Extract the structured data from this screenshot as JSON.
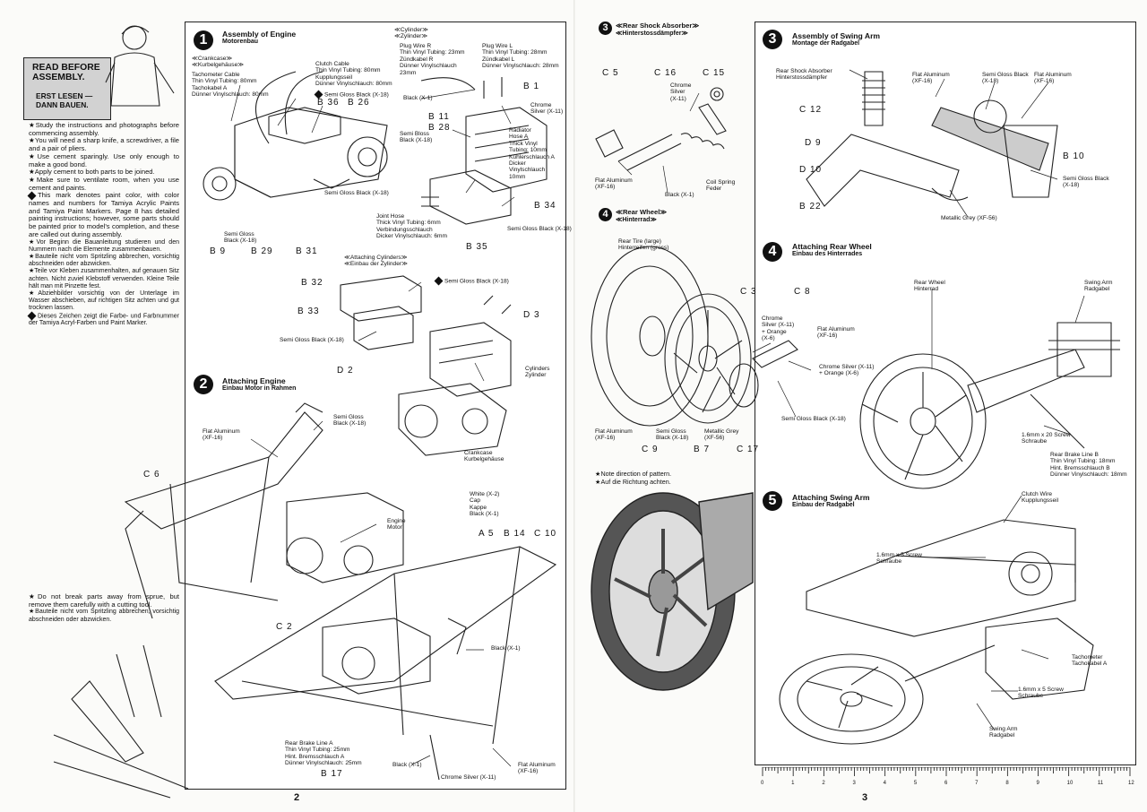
{
  "page_numbers": {
    "left": "2",
    "right": "3"
  },
  "read_before": {
    "en": "READ BEFORE ASSEMBLY.",
    "de": "ERST LESEN — DANN BAUEN."
  },
  "instructions_en": [
    "★Study the instructions and photographs before commencing assembly.",
    "★You will need a sharp knife, a screwdriver, a file and a pair of pliers.",
    "★Use cement sparingly. Use only enough to make a good bond.",
    "★Apply cement to both parts to be joined.",
    "★Make sure to ventilate room, when you use cement and paints.",
    "This mark denotes paint color, with color names and numbers for Tamiya Acrylic Paints and Tamiya Paint Markers. Page 8 has detailed painting instructions; however, some parts should be painted prior to model's completion, and these are called out during assembly."
  ],
  "instructions_de": [
    "★Vor Beginn die Bauanleitung studieren und den Nummern nach die Elemente zusammenbauen.",
    "★Bauteile nicht vom Spritzling abbrechen, vorsichtig abschneiden oder abzwicken.",
    "★Teile vor Kleben zusammenhalten, auf genauen Sitz achten. Nicht zuviel Klebstoff verwenden. Kleine Teile hält man mit Pinzette fest.",
    "★Abziehbilder vorsichtig von der Unterlage im Wasser abschieben, auf richtigen Sitz achten und gut trocknen lassen.",
    "Dieses Zeichen zeigt die Farbe- und Farbnummer der Tamiya Acryl-Farben und Paint Marker."
  ],
  "sprue_note": {
    "en": "★Do not break parts away from sprue, but remove them carefully with a cutting tool.",
    "de": "★Bauteile nicht vom Spritzling abbrechen, vorsichtig abschneiden oder abzwicken."
  },
  "step1": {
    "num": "1",
    "title_en": "Assembly of Engine",
    "title_de": "Motorenbau",
    "crankcase_en": "≪Crankcase≫",
    "crankcase_de": "≪Kurbelgehäuse≫",
    "cylinder_en": "≪Cylinder≫",
    "cylinder_de": "≪Zylinder≫",
    "tach_cable": "Tachometer Cable\nThin Vinyl Tubing: 80mm\nTachokabel A\nDünner Vinylschlauch: 80mm",
    "clutch_cable": "Clutch Cable\nThin Vinyl Tubing: 80mm\nKupplungsseil\nDünner Vinylschlauch: 80mm",
    "plug_r": "Plug Wire R\nThin Vinyl Tubing: 23mm\nZündkabel R\nDünner Vinylschlauch\n23mm",
    "plug_l": "Plug Wire L\nThin Vinyl Tubing: 28mm\nZündkabel L\nDünner Vinylschlauch: 28mm",
    "semi_gloss_black": "Semi Gloss Black (X-18)",
    "semi_gloss_black_2": "Semi Gloss\nBlack (X-18)",
    "semi_bloss_black": "Semi Bloss\nBlack (X-18)",
    "black": "Black (X-1)",
    "chrome_silver": "Chrome\nSilver (X-11)",
    "radiator_hose": "Radiator\nHose A\nThick Vinyl\nTubing: 10mm\nKühlerschlauch A\nDicker\nVinylschlauch\n10mm",
    "joint_hose": "Joint Hose\nThick Vinyl Tubing: 6mm\nVerbindungsschlauch\nDicker Vinylschlauch: 6mm",
    "attaching_cyl_en": "≪Attaching Cylinders≫",
    "attaching_cyl_de": "≪Einbau der Zylinder≫",
    "cylinders": "Cylinders\nZylinder",
    "crankcase": "Crankcase\nKurbelgehäuse",
    "parts": {
      "B36": "B 36",
      "B26": "B 26",
      "B1": "B 1",
      "B11": "B 11",
      "B28": "B 28",
      "B34": "B 34",
      "B35": "B 35",
      "B9": "B 9",
      "B29": "B 29",
      "B31": "B 31",
      "B32": "B 32",
      "B33": "B 33",
      "D3": "D 3",
      "D2": "D 2"
    }
  },
  "step2": {
    "num": "2",
    "title_en": "Attaching Engine",
    "title_de": "Einbau Motor in Rahmen",
    "flat_aluminum": "Flat Aluminum\n(XF-16)",
    "semi_gloss_black": "Semi Gloss\nBlack (X-18)",
    "engine": "Engine\nMotor",
    "white_cap": "White (X-2)\nCap\nKappe\nBlack (X-1)",
    "black": "Black (X-1)",
    "rear_brake": "Rear Brake Line A\nThin Vinyl Tubing: 25mm\nHint. Bremsschlauch A\nDünner Vinylschlauch: 25mm",
    "chrome_silver": "Chrome Silver (X-11)",
    "flat_aluminum_2": "Flat Aluminum\n(XF-16)",
    "parts": {
      "C6": "C 6",
      "C2": "C 2",
      "A5": "A 5",
      "B14": "B 14",
      "C10": "C 10",
      "B17": "B 17"
    }
  },
  "step3a": {
    "num": "3",
    "title_en": "≪Rear Shock Absorber≫",
    "title_de": "≪Hinterstossdämpfer≫",
    "chrome_silver": "Chrome\nSilver\n(X-11)",
    "flat_aluminum": "Flat Aluminum\n(XF-16)",
    "black": "Black (X-1)",
    "coil_spring": "Coil Spring\nFeder",
    "parts": {
      "C5": "C 5",
      "C16": "C 16",
      "C15": "C 15"
    }
  },
  "step4a": {
    "num": "4",
    "title_en": "≪Rear Wheel≫",
    "title_de": "≪Hinterrad≫",
    "rear_tire": "Rear Tire (large)\nHinterreifen (gross)",
    "chrome_orange": "Chrome\nSilver (X-11)\n+ Orange\n(X-6)",
    "flat_aluminum": "Flat Aluminum\n(XF-16)",
    "chrome_orange_2": "Chrome Silver (X-11)\n+ Orange (X-6)",
    "semi_gloss_black": "Semi Gloss Black (X-18)",
    "flat_aluminum_2": "Flat Aluminum\n(XF-16)",
    "semi_gloss_black_2": "Semi Gloss\nBlack (X-18)",
    "metallic_grey": "Metallic Grey\n(XF-56)",
    "note_en": "★Note direction of pattern.",
    "note_de": "★Auf die Richtung achten.",
    "parts": {
      "C3": "C 3",
      "C8": "C 8",
      "C9": "C 9",
      "B7": "B 7",
      "C17": "C 17"
    }
  },
  "step3b": {
    "num": "3",
    "title_en": "Assembly of Swing Arm",
    "title_de": "Montage der Radgabel",
    "rear_shock": "Rear Shock Absorber\nHinterstossdämpfer",
    "flat_aluminum": "Flat Aluminum\n(XF-16)",
    "semi_gloss_black": "Semi Gloss Black\n(X-18)",
    "flat_aluminum_2": "Flat Aluminum\n(XF-16)",
    "semi_gloss_black_2": "Semi Gloss Black\n(X-18)",
    "metallic_grey": "Metallic Grey (XF-56)",
    "parts": {
      "C12": "C 12",
      "D9": "D 9",
      "D10": "D 10",
      "B22": "B 22",
      "B10": "B 10"
    }
  },
  "step4b": {
    "num": "4",
    "title_en": "Attaching Rear Wheel",
    "title_de": "Einbau des Hinterrades",
    "rear_wheel": "Rear Wheel\nHinterrad",
    "swing_arm": "Swing Arm\nRadgabel",
    "screw": "1.6mm x 20 Screw\nSchraube",
    "brake_line": "Rear Brake Line B\nThin Vinyl Tubing: 18mm\nHint. Bremsschlauch B\nDünner Vinylschlauch: 18mm"
  },
  "step5": {
    "num": "5",
    "title_en": "Attaching Swing Arm",
    "title_de": "Einbau der Radgabel",
    "clutch_wire": "Clutch Wire\nKupplungsseil",
    "screw_1": "1.6mm x 5 Screw\nSchraube",
    "tachometer": "Tachometer\nTachokabel A",
    "screw_2": "1.6mm x 5 Screw\nSchraube",
    "swing_arm": "Swing Arm\nRadgabel"
  },
  "ruler": {
    "ticks": [
      "0",
      "1",
      "2",
      "3",
      "4",
      "5",
      "6",
      "7",
      "8",
      "9",
      "10",
      "11",
      "12"
    ]
  }
}
